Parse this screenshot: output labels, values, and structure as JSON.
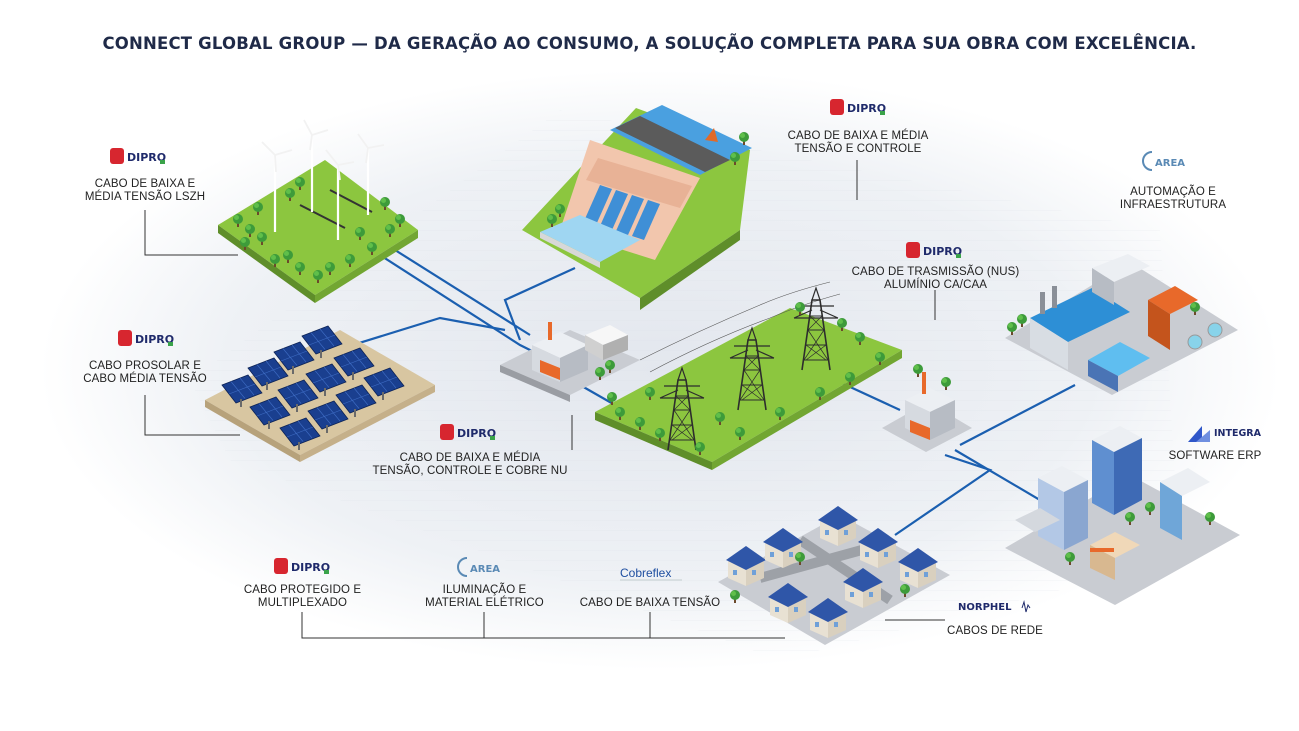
{
  "title": "CONNECT GLOBAL GROUP — DA GERAÇÃO AO CONSUMO, A SOLUÇÃO COMPLETA PARA SUA OBRA COM EXCELÊNCIA.",
  "colors": {
    "title": "#1f2a48",
    "cable": "#1b5fb0",
    "leader": "#333333",
    "grass": "#8cc63f",
    "dipro_red": "#d7262f",
    "dipro_navy": "#1f2a6b",
    "area_blue": "#5a8ab5",
    "integra_blue": "#2f56c9"
  },
  "brands": {
    "dipro": "DIPRO",
    "area": "AREA",
    "cobreflex": "Cobreflex",
    "norphel": "NORPHEL",
    "integra": "INTEGRA"
  },
  "labels": {
    "wind": [
      "CABO DE BAIXA  E",
      "MÉDIA TENSÃO LSZH"
    ],
    "solar": [
      "CABO PROSOLAR E",
      "CABO MÉDIA TENSÃO"
    ],
    "substation": [
      "CABO DE BAIXA E MÉDIA",
      "TENSÃO, CONTROLE E COBRE NU"
    ],
    "hydro": [
      "CABO DE BAIXA E MÉDIA",
      "TENSÃO E CONTROLE"
    ],
    "transmission": [
      "CABO DE TRASMISSÃO (NUS)",
      "ALUMÍNIO CA/CAA"
    ],
    "automation": [
      "AUTOMAÇÃO E",
      "INFRAESTRUTURA"
    ],
    "erp": [
      "SOFTWARE ERP"
    ],
    "protected": [
      "CABO PROTEGIDO E",
      "MULTIPLEXADO"
    ],
    "lighting": [
      "ILUMINAÇÃO E",
      "MATERIAL ELÉTRICO"
    ],
    "low_voltage": [
      "CABO DE BAIXA TENSÃO"
    ],
    "network": [
      "CABOS DE REDE"
    ]
  }
}
